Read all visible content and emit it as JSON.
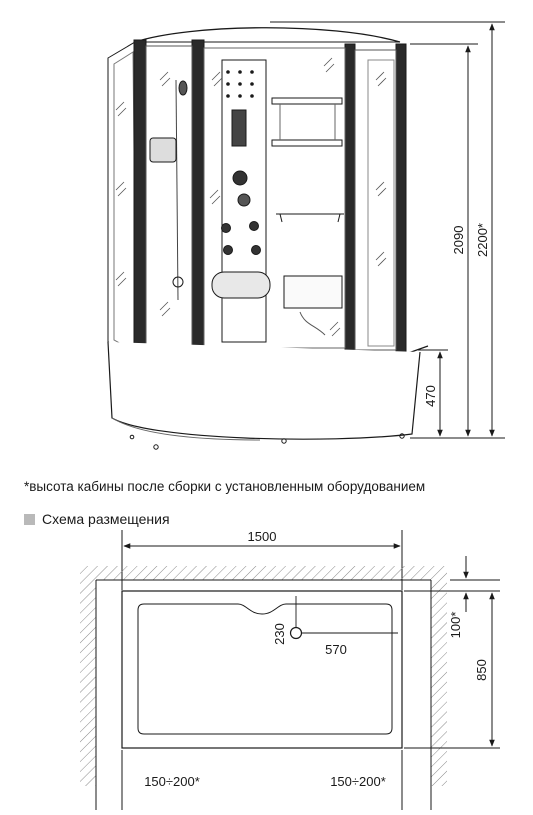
{
  "elevation": {
    "dims": {
      "total_height": "2200*",
      "cabin_height": "2090",
      "tray_height": "470"
    }
  },
  "footnote": "*высота кабины после сборки с установленным оборудованием",
  "layout_section": {
    "title": "Схема размещения",
    "dims": {
      "width": "1500",
      "depth": "850",
      "drain_y": "230",
      "drain_x": "570",
      "rear_gap": "100*",
      "left_gap": "150÷200*",
      "right_gap": "150÷200*"
    }
  },
  "colors": {
    "line": "#1a1a1a",
    "swatch": "#b9b9b9",
    "hatch": "#8a8a8a"
  }
}
